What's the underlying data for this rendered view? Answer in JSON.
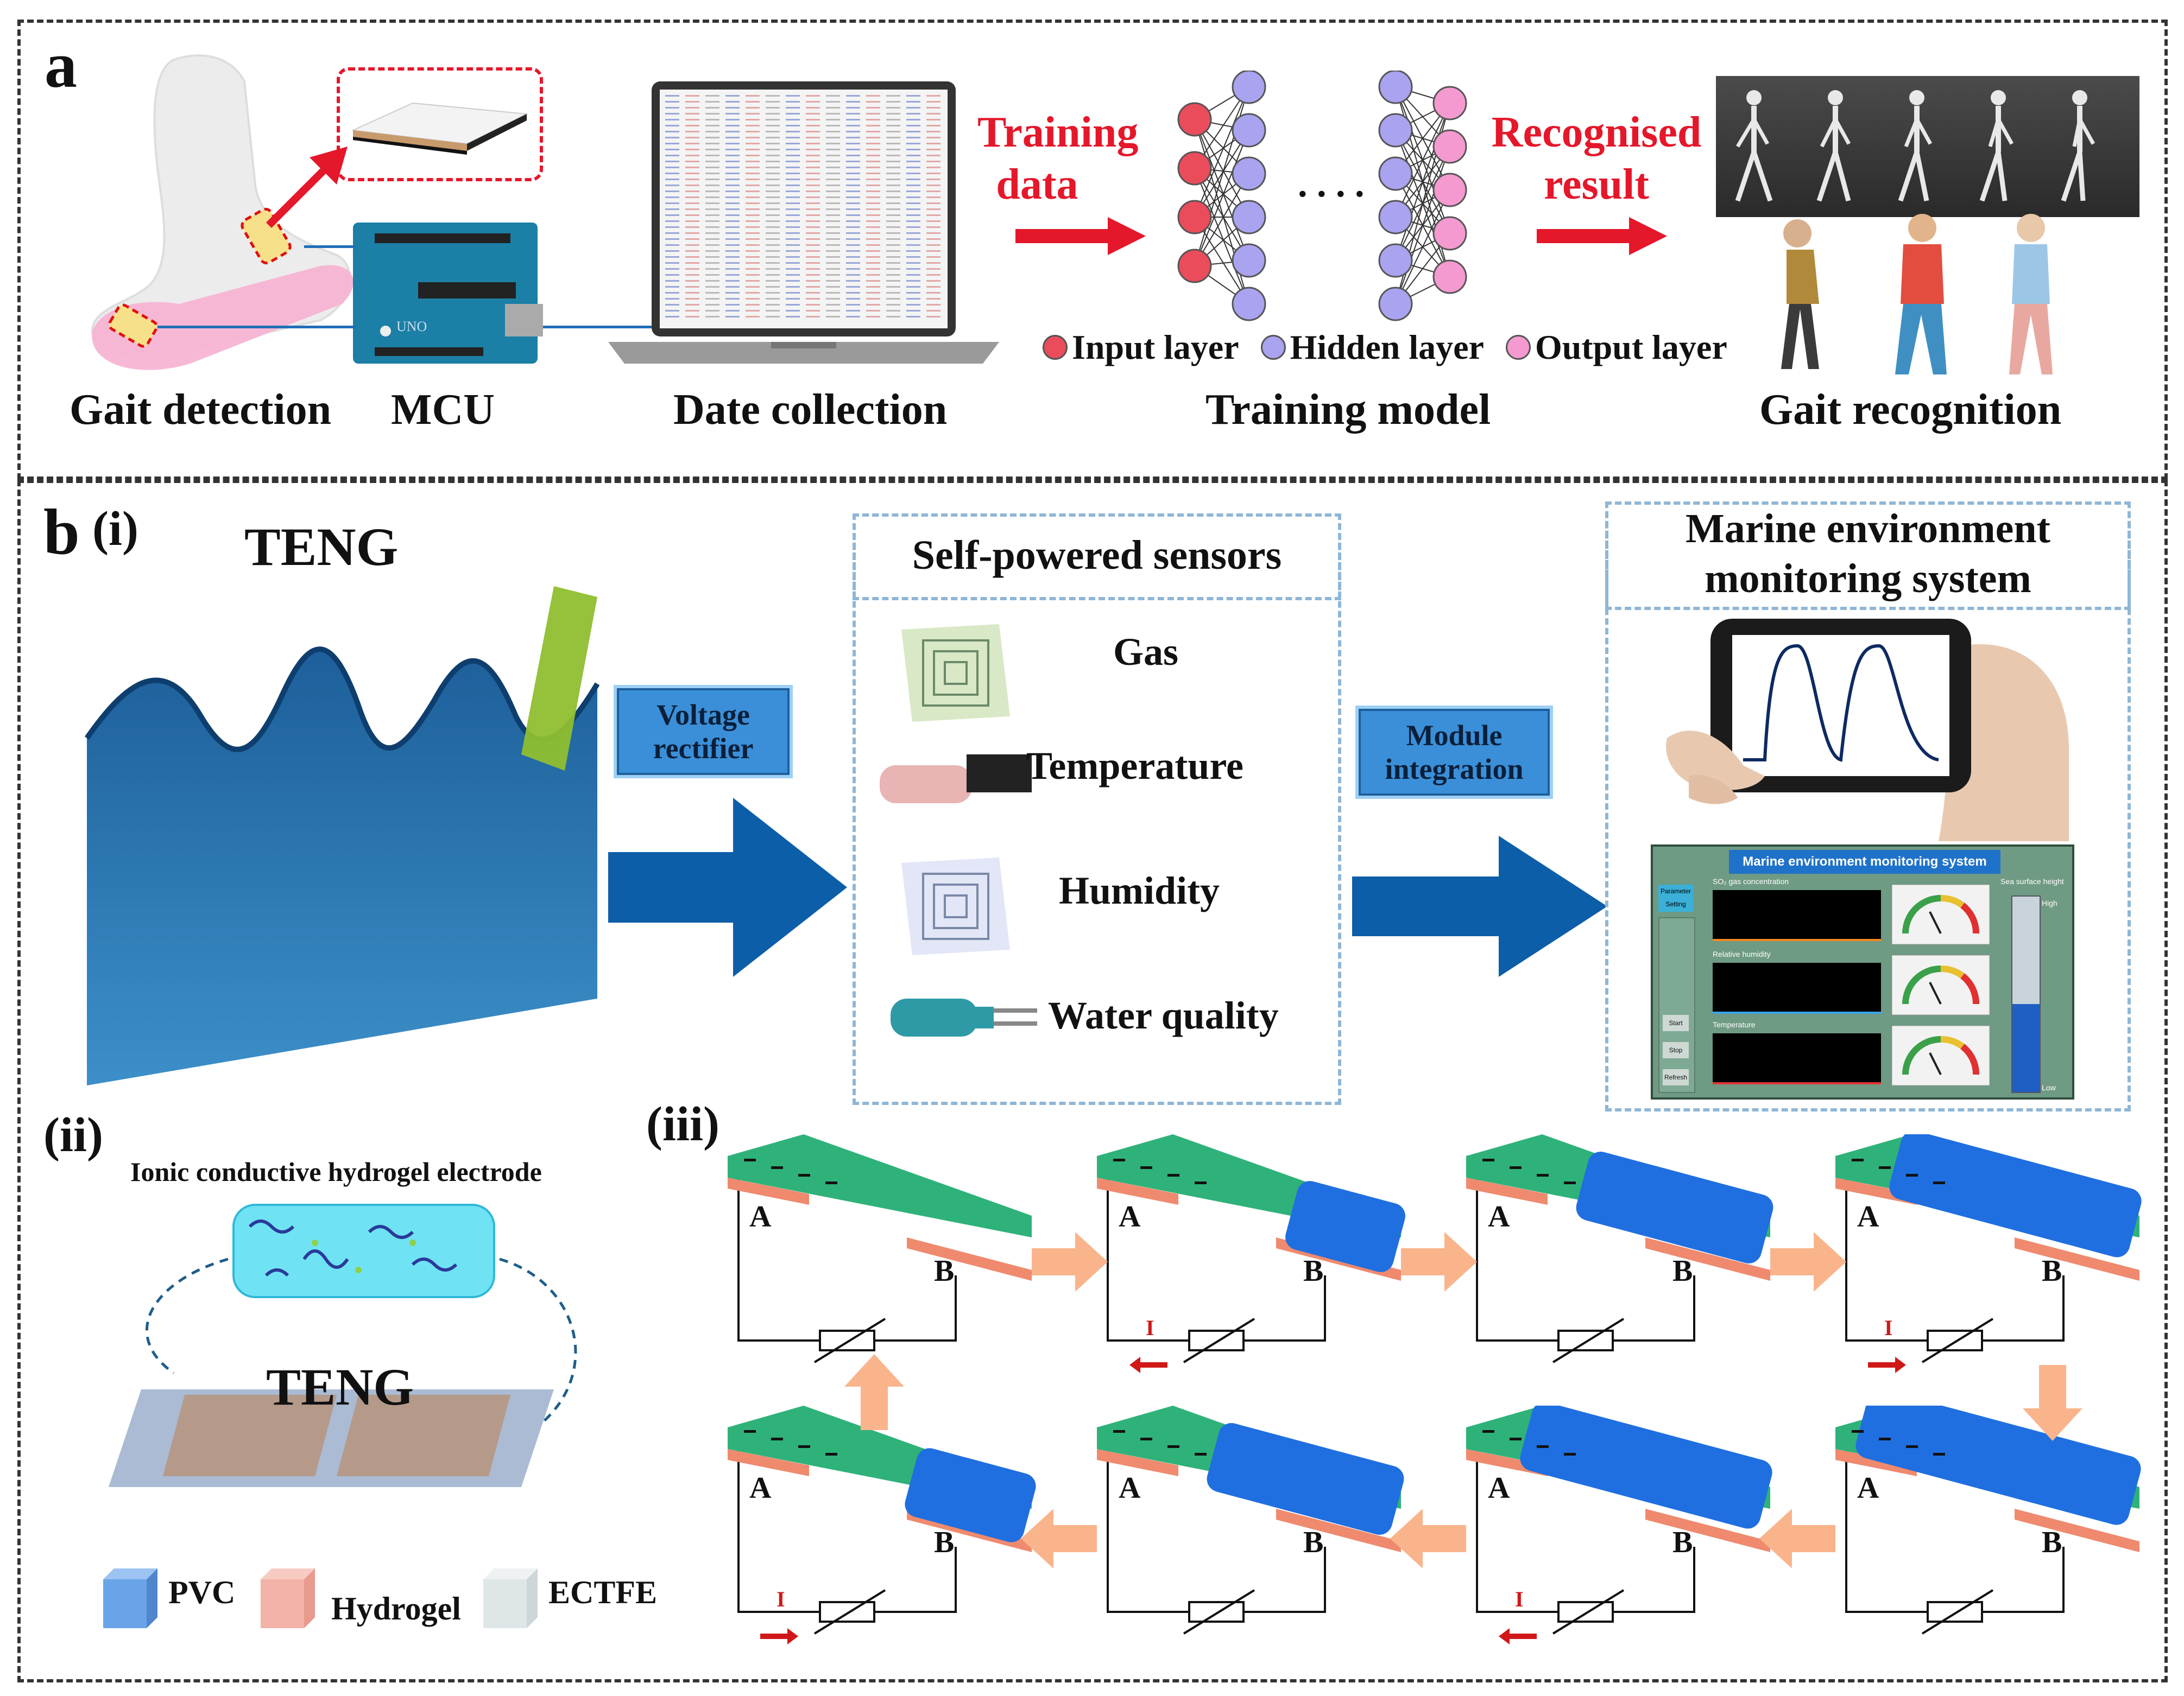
{
  "panel_a": {
    "letter": "a",
    "labels": {
      "gait_detection": "Gait detection",
      "mcu": "MCU",
      "date_collection": "Date collection",
      "training_model": "Training model",
      "gait_recognition": "Gait recognition"
    },
    "arrow_training": [
      "Training",
      "data"
    ],
    "arrow_result": [
      "Recognised",
      "result"
    ],
    "dots": ". . . .",
    "legend": {
      "input": "Input layer",
      "hidden": "Hidden layer",
      "output": "Output layer"
    },
    "colors": {
      "red": "#e5172a",
      "input": "#ea4c5b",
      "hidden": "#a9a3f0",
      "output": "#f49ad0"
    }
  },
  "panel_b": {
    "letter": "b",
    "sub_i": "(i)",
    "sub_ii": "(ii)",
    "sub_iii": "(iii)",
    "teng_title": "TENG",
    "voltage_rectifier": [
      "Voltage",
      "rectifier"
    ],
    "module_integration": [
      "Module",
      "integration"
    ],
    "sensors_title": "Self-powered sensors",
    "sensors": [
      "Gas",
      "Temperature",
      "Humidity",
      "Water quality"
    ],
    "marine_title": [
      "Marine environment",
      "monitoring system"
    ],
    "monitor": {
      "title": "Marine environment monitoring system",
      "param_button": "Parameter Setting",
      "chart_labels": [
        "SO₂ gas concentration",
        "Relative humidity",
        "Temperature"
      ],
      "sea_surface": "Sea surface height",
      "high": "High",
      "low": "Low",
      "start": "Start",
      "stop": "Stop",
      "refresh": "Refresh"
    },
    "ii_title": "Ionic conductive hydrogel electrode",
    "ii_teng": "TENG",
    "ii_legend": [
      "PVC",
      "Hydrogel",
      "ECTFE"
    ],
    "iii": {
      "a": "A",
      "b": "B",
      "current": "I"
    },
    "colors": {
      "blue_arrow": "#0d5ea8",
      "green": "#2fb27a",
      "salmon": "#ef8a6e",
      "orange_arrow": "#f9b48c"
    }
  }
}
